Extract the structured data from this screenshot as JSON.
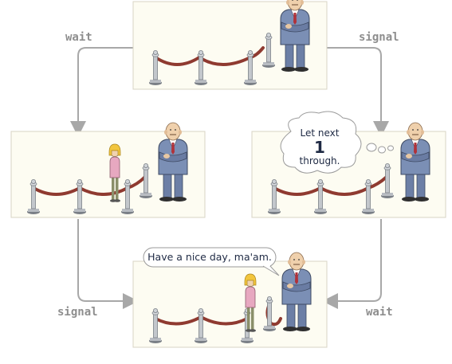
{
  "labels": {
    "top_left": "wait",
    "top_right": "signal",
    "bottom_left": "signal",
    "bottom_right": "wait"
  },
  "thought_bubble": {
    "line1": "Let next",
    "number": "1",
    "line3": "through."
  },
  "speech_bubble": {
    "text": "Have a nice day, ma'am."
  },
  "colors": {
    "panel_bg": "#fdfcf2",
    "panel_border": "#d8d4c4",
    "arrow": "#a8a8a8",
    "rope": "#8f3a30",
    "suit": "#7b8fb5",
    "label": "#8e8e8e"
  }
}
